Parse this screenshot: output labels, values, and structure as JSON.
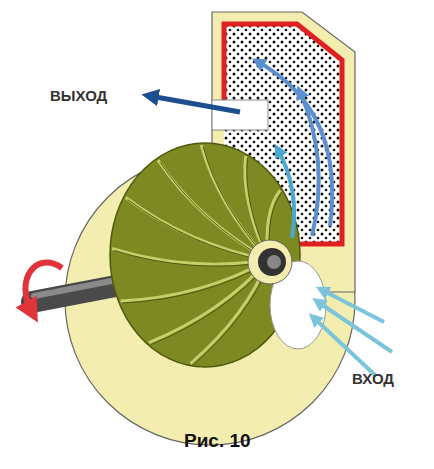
{
  "diagram": {
    "caption": "Рис. 10",
    "labels": [
      "ВЫХОД",
      "ВХОД"
    ]
  }
}
